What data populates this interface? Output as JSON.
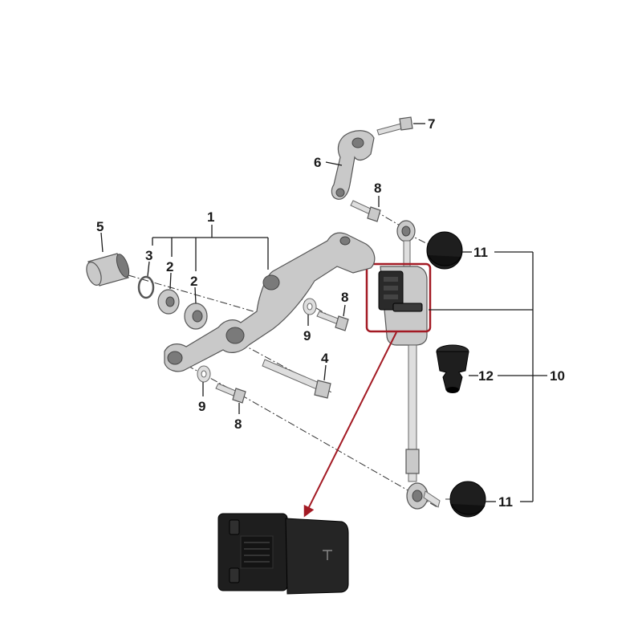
{
  "callouts": {
    "c1": "1",
    "c2a": "2",
    "c2b": "2",
    "c3": "3",
    "c4": "4",
    "c5": "5",
    "c6": "6",
    "c7": "7",
    "c8a": "8",
    "c8b": "8",
    "c8c": "8",
    "c9a": "9",
    "c9b": "9",
    "c10": "10",
    "c11a": "11",
    "c11b": "11",
    "c12": "12"
  },
  "colors": {
    "highlight": "#a31a24",
    "line": "#1a1a1a",
    "metal": "#c9c9c9",
    "rubber": "#1e1e1e"
  }
}
